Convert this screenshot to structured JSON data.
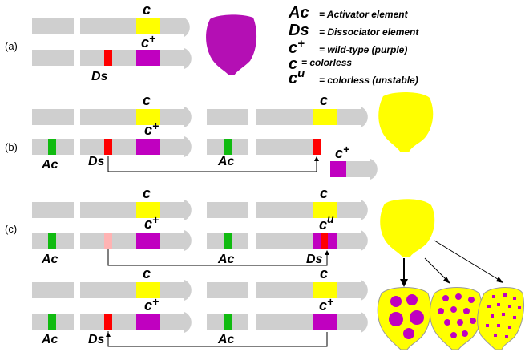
{
  "colors": {
    "chromosome": "#cfcfcf",
    "c_gene": "#ffff00",
    "c_plus_gene": "#c000c0",
    "ds_element": "#ff0000",
    "ds_faded": "#ffb3b3",
    "ac_element": "#11bb11",
    "kernel_purple": "#b40fb4",
    "kernel_yellow": "#ffff00",
    "spot_purple": "#c000c0"
  },
  "legend": [
    {
      "symbol": "Ac",
      "sup": "",
      "desc": "= Activator element"
    },
    {
      "symbol": "Ds",
      "sup": "",
      "desc": "= Dissociator element"
    },
    {
      "symbol": "c",
      "sup": "+",
      "desc": "= wild-type (purple)"
    },
    {
      "symbol": "c",
      "sup": "",
      "desc": "= colorless"
    },
    {
      "symbol": "c",
      "sup": "u",
      "desc": "= colorless (unstable)"
    }
  ],
  "panels": {
    "a": "(a)",
    "b": "(b)",
    "c": "(c)"
  },
  "labels": {
    "c": "c",
    "c_plus_base": "c",
    "plus": "+",
    "u": "u",
    "ds": "Ds",
    "ac": "Ac"
  }
}
